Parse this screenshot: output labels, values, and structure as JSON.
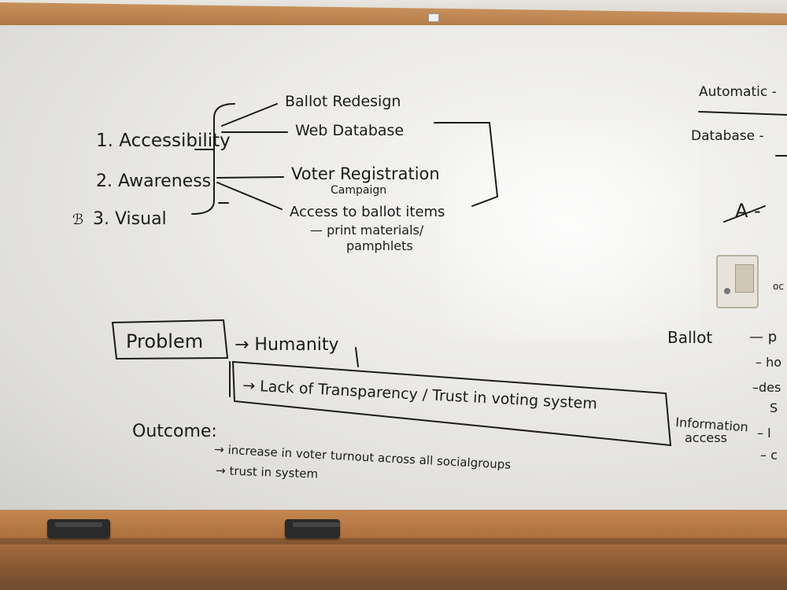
{
  "notes": {
    "list": {
      "item1": "1. Accessibility",
      "item2": "2. Awareness",
      "item3": "3. Visual",
      "item3_prefix": "ℬ"
    },
    "ideas": {
      "idea1": "Ballot Redesign",
      "idea2": "Web Database",
      "idea3": "Voter Registration",
      "idea3_sub": "Campaign",
      "idea4": "Access to ballot items",
      "idea4_sub1": "— print materials/",
      "idea4_sub2": "pamphlets"
    },
    "problem": {
      "label": "Problem",
      "arrow1": "→ Humanity",
      "arrow2": "→ Lack of Transparency / Trust in voting system"
    },
    "outcome": {
      "label": "Outcome:",
      "line1": "→ increase in voter turnout across all socialgroups",
      "line2": "→ trust in system"
    },
    "right": {
      "automatic": "Automatic -",
      "database": "Database -",
      "a_mark": "A -",
      "ballot": "Ballot",
      "ballot_dash1": "— p",
      "ballot_dash2": "– ho",
      "ballot_dash3": "–des",
      "ballot_dash3b": "S",
      "information": "Information",
      "access": "access",
      "dash4": "– l",
      "dash5": "– c",
      "oc": "oc"
    }
  },
  "colors": {
    "ink": "#1b1b1b",
    "board": "#ecebe8",
    "frame": "#b07341"
  }
}
